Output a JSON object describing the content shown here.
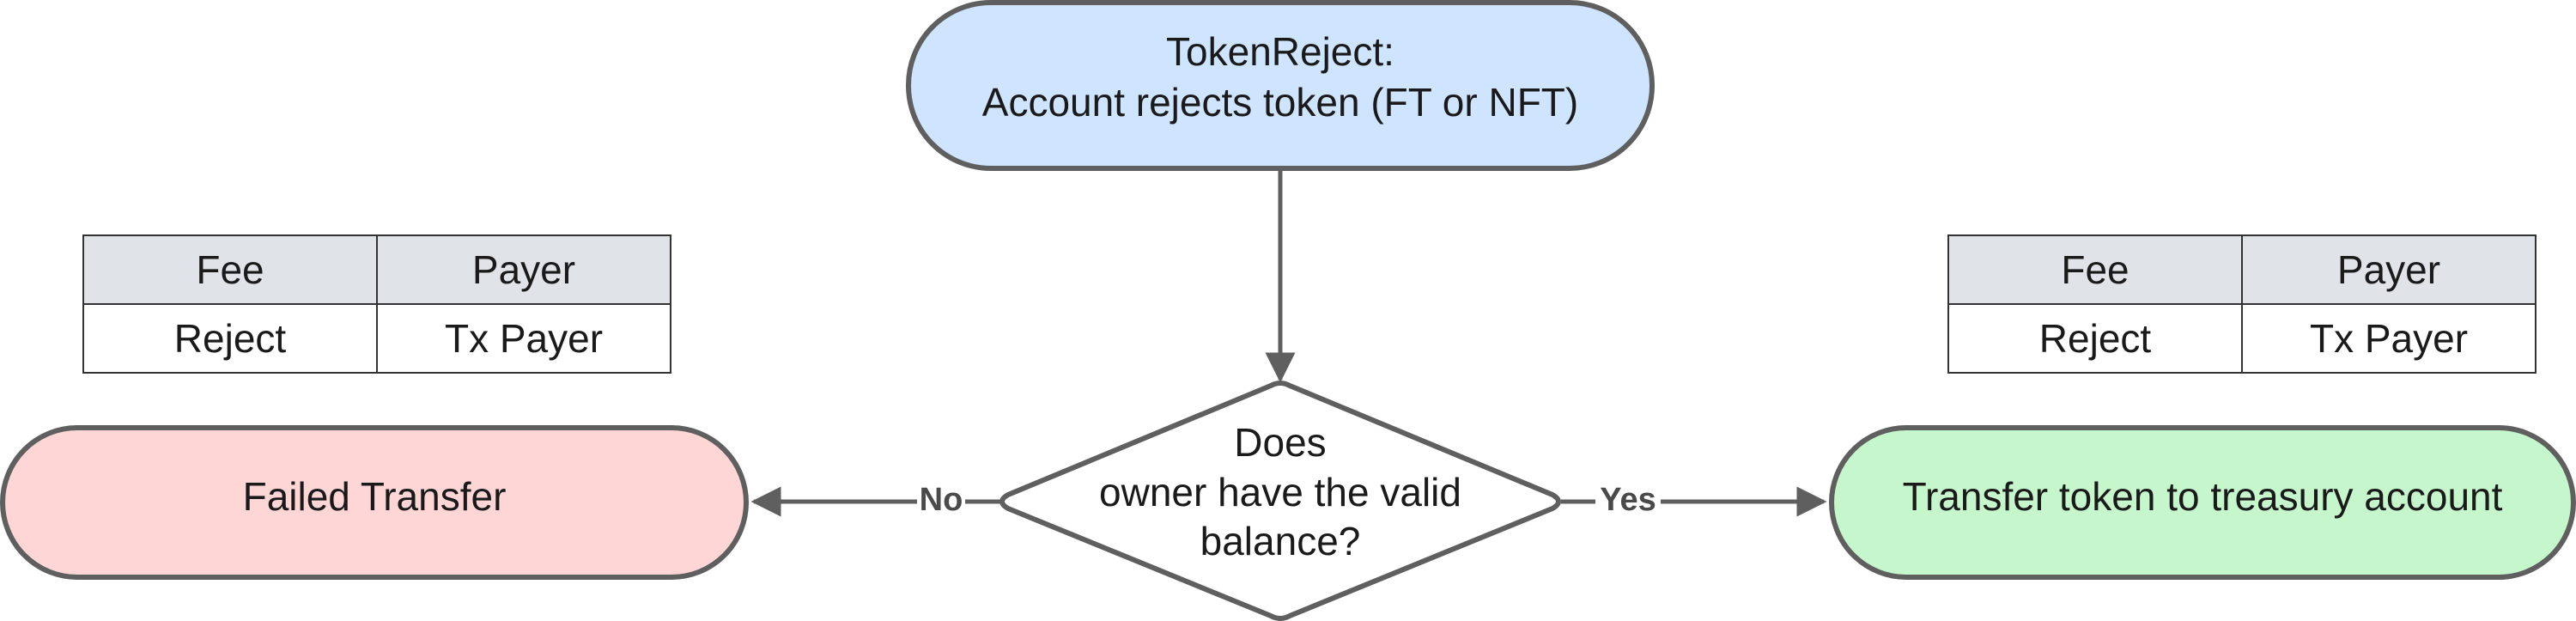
{
  "colors": {
    "start": "#cfe4ff",
    "failed": "#ffd6d6",
    "success": "#c6f7cc",
    "stroke": "#5f5f5f",
    "table_header": "#e0e3e7"
  },
  "nodes": {
    "start": {
      "line1": "TokenReject:",
      "line2": "Account rejects token (FT or NFT)"
    },
    "decision": {
      "line1": "Does",
      "line2": "owner have the valid",
      "line3": "balance?"
    },
    "failed": {
      "label": "Failed Transfer"
    },
    "success": {
      "label": "Transfer token to treasury account"
    }
  },
  "edges": {
    "no_label": "No",
    "yes_label": "Yes"
  },
  "tables": {
    "left": {
      "headers": [
        "Fee",
        "Payer"
      ],
      "rows": [
        [
          "Reject",
          "Tx Payer"
        ]
      ]
    },
    "right": {
      "headers": [
        "Fee",
        "Payer"
      ],
      "rows": [
        [
          "Reject",
          "Tx Payer"
        ]
      ]
    }
  }
}
